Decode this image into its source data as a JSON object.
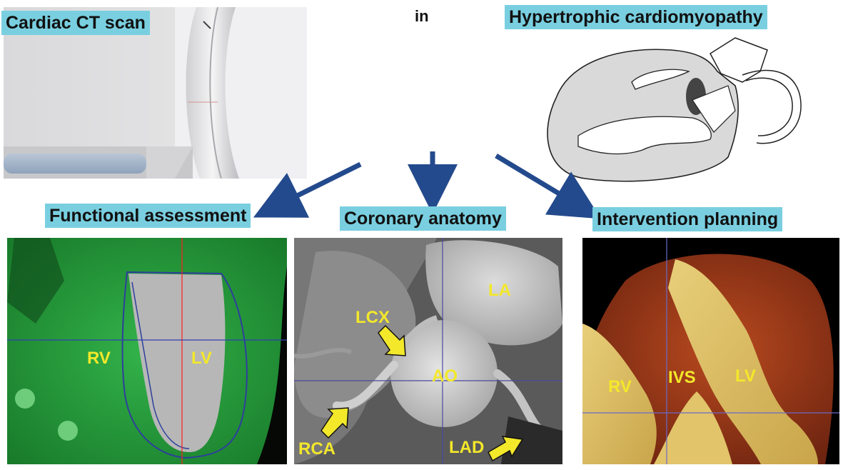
{
  "header": {
    "ct_scan_label": "Cardiac CT scan",
    "connector_word": "in",
    "disease_label": "Hypertrophic cardiomyopathy"
  },
  "sections": [
    {
      "title": "Functional assessment",
      "labels": [
        "RV",
        "LV"
      ]
    },
    {
      "title": "Coronary anatomy",
      "labels": [
        "LA",
        "LCX",
        "AO",
        "RCA",
        "LAD"
      ]
    },
    {
      "title": "Intervention planning",
      "labels": [
        "RV",
        "IVS",
        "LV"
      ]
    }
  ],
  "colors": {
    "label_bg": "#79cfe0",
    "arrow_blue": "#234a8c",
    "annotation_yellow": "#f3e82a"
  }
}
